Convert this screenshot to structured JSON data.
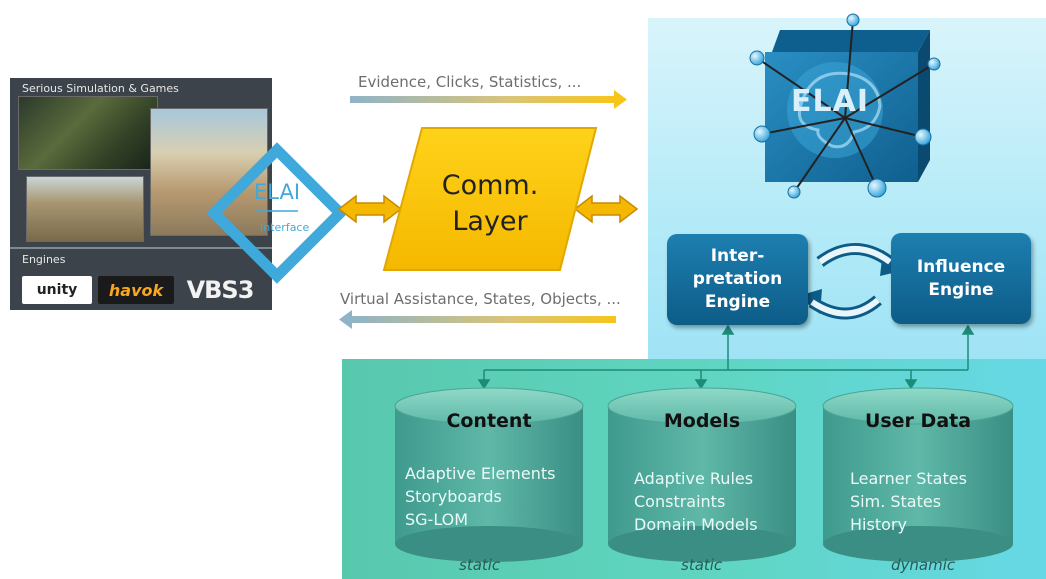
{
  "left_panel": {
    "title": "Serious Simulation & Games",
    "engines_title": "Engines",
    "engines": [
      "unity",
      "havok",
      "VBS3"
    ]
  },
  "arrows": {
    "top_label": "Evidence, Clicks, Statistics, ...",
    "bottom_label": "Virtual Assistance, States, Objects, ..."
  },
  "comm_layer": {
    "label": "Comm. Layer"
  },
  "interface": {
    "title": "ELAI",
    "subtitle": "Interface"
  },
  "core": {
    "label": "ELAI"
  },
  "engines": {
    "interpretation": {
      "lines": [
        "Inter-",
        "pretation",
        "Engine"
      ]
    },
    "influence": {
      "lines": [
        "Influence",
        "Engine"
      ]
    }
  },
  "stores": {
    "content": {
      "title": "Content",
      "items": [
        "Adaptive Elements",
        "Storyboards",
        "SG-LOM"
      ],
      "kind": "static"
    },
    "models": {
      "title": "Models",
      "items": [
        "Adaptive Rules",
        "Constraints",
        "Domain Models"
      ],
      "kind": "static"
    },
    "user_data": {
      "title": "User Data",
      "items": [
        "Learner States",
        "Sim. States",
        "History"
      ],
      "kind": "dynamic"
    }
  },
  "colors": {
    "accent_blue": "#1d7fb0",
    "comm_yellow": "#f7c51a",
    "teal": "#5fd5c0",
    "interface_blue": "#3fa9dc"
  }
}
